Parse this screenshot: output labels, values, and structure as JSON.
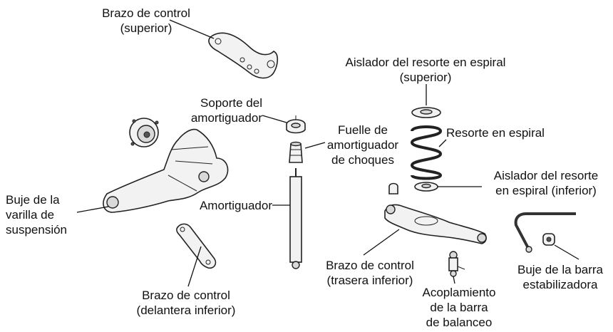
{
  "labels": {
    "upper_control_arm": [
      "Brazo de control",
      "(superior)"
    ],
    "strut_mount": [
      "Soporte del",
      "amortiguador"
    ],
    "bump_stop": [
      "Fuelle de",
      "amortiguador",
      "de choques"
    ],
    "upper_spring_isolator": [
      "Aislador del resorte en espiral",
      "(superior)"
    ],
    "coil_spring": [
      "Resorte en espiral"
    ],
    "lower_spring_isolator": [
      "Aislador del resorte",
      "en espiral (inferior)"
    ],
    "trailing_arm_bushing": [
      "Buje de la",
      "varilla de",
      "suspensión"
    ],
    "shock_absorber": [
      "Amortiguador"
    ],
    "rear_lower_control_arm": [
      "Brazo de control",
      "(trasera inferior)"
    ],
    "front_lower_control_arm": [
      "Brazo de control",
      "(delantera inferior)"
    ],
    "stabilizer_link": [
      "Acoplamiento",
      "de la barra",
      "de balanceo"
    ],
    "stabilizer_bushing": [
      "Buje de la barra",
      "estabilizadora"
    ]
  },
  "icons": [
    "upper-control-arm-icon",
    "knuckle-hub-icon",
    "trailing-arm-icon",
    "front-lower-arm-icon",
    "strut-mount-icon",
    "bump-stop-icon",
    "shock-absorber-icon",
    "spring-isolator-upper-icon",
    "coil-spring-icon",
    "spring-isolator-lower-icon",
    "rubber-stop-icon",
    "rear-lower-arm-icon",
    "stabilizer-link-icon",
    "stabilizer-bar-icon",
    "stabilizer-bushing-icon"
  ]
}
